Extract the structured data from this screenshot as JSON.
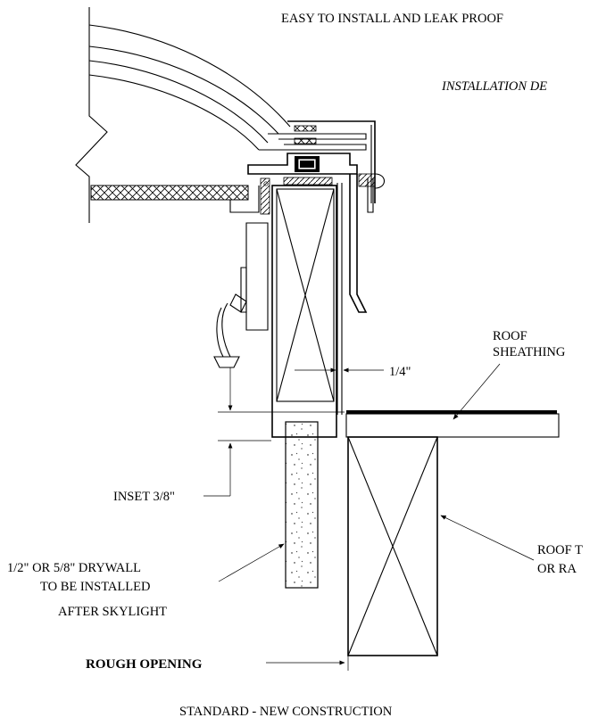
{
  "header": {
    "title": "EASY TO INSTALL AND LEAK PROOF",
    "subtitle": "INSTALLATION DE"
  },
  "labels": {
    "roof_sheathing_line1": "ROOF",
    "roof_sheathing_line2": "SHEATHING",
    "gap_quarter": "1/4\"",
    "inset": "INSET 3/8\"",
    "drywall_line1": "1/2\" OR 5/8\" DRYWALL",
    "drywall_line2": "TO BE INSTALLED",
    "drywall_line3": "AFTER SKYLIGHT",
    "roof_truss_line1": "ROOF T",
    "roof_truss_line2": "OR RA",
    "rough_opening": "ROUGH OPENING"
  },
  "footer": {
    "caption": "STANDARD - NEW CONSTRUCTION"
  },
  "colors": {
    "line": "#000000",
    "background": "#ffffff"
  }
}
